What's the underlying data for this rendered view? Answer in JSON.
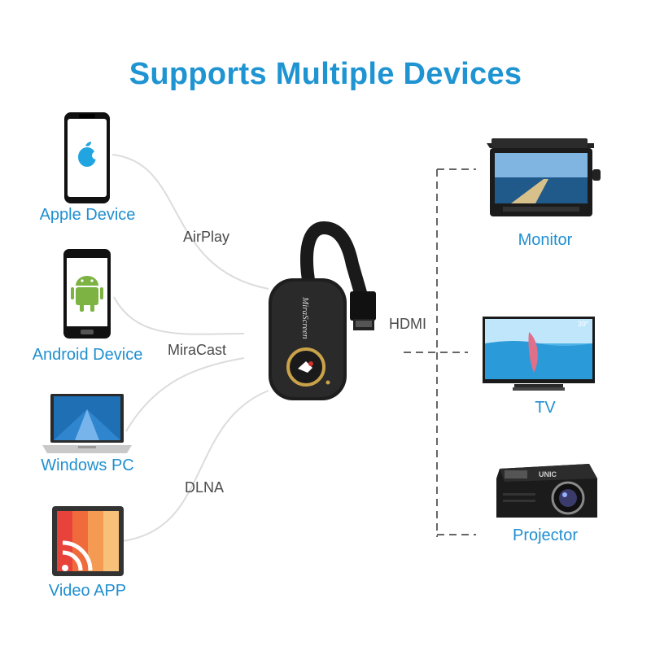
{
  "title": "Supports Multiple Devices",
  "sources": [
    {
      "label": "Apple Device",
      "icon": "apple-phone-icon"
    },
    {
      "label": "Android Device",
      "icon": "android-phone-icon"
    },
    {
      "label": "Windows PC",
      "icon": "laptop-icon"
    },
    {
      "label": "Video APP",
      "icon": "video-app-icon"
    }
  ],
  "protocols": [
    "AirPlay",
    "MiraCast",
    "DLNA"
  ],
  "dongle": {
    "brand": "MiraScreen",
    "icon": "hdmi-dongle-icon"
  },
  "connection": "HDMI",
  "outputs": [
    {
      "label": "Monitor",
      "icon": "monitor-icon"
    },
    {
      "label": "TV",
      "icon": "tv-icon",
      "screen_text": "39°"
    },
    {
      "label": "Projector",
      "icon": "projector-icon",
      "brand_text": "UNIC"
    }
  ],
  "colors": {
    "title": "#1f94d2",
    "labels": "#1f8fd0",
    "protocol_text": "#4a4a4a",
    "curves": "#dcdcdc",
    "dashes": "#666666"
  }
}
